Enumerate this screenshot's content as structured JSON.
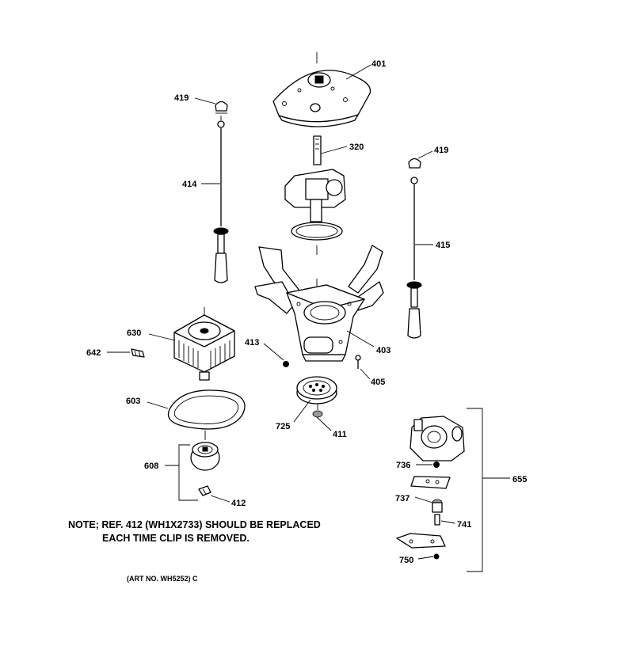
{
  "labels": {
    "p401": "401",
    "p419a": "419",
    "p419b": "419",
    "p320": "320",
    "p414": "414",
    "p415": "415",
    "p630": "630",
    "p642": "642",
    "p413": "413",
    "p403": "403",
    "p405": "405",
    "p603": "603",
    "p725": "725",
    "p411": "411",
    "p608": "608",
    "p412": "412",
    "p655": "655",
    "p736": "736",
    "p737": "737",
    "p741": "741",
    "p750": "750"
  },
  "note": {
    "line1": "NOTE; REF. 412 (WH1X2733) SHOULD BE REPLACED",
    "line2": "EACH TIME CLIP IS REMOVED."
  },
  "art_number": "(ART NO. WH5252) C"
}
